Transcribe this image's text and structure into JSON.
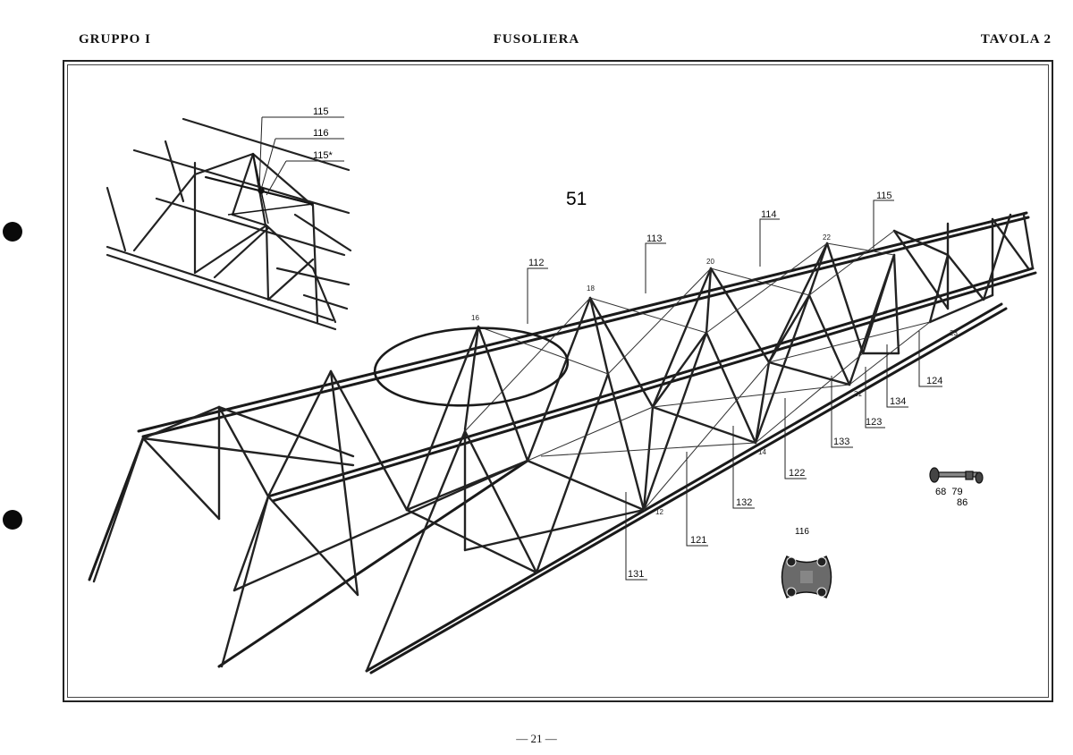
{
  "header": {
    "left": "GRUPPO I",
    "center": "FUSOLIERA",
    "right": "TAVOLA 2"
  },
  "figure_number": "51",
  "footer": "— 21 —",
  "inset_callouts": [
    "115",
    "116",
    "115*"
  ],
  "part_callouts": {
    "p112": "112",
    "p113": "113",
    "p114": "114",
    "p115": "115",
    "p121": "121",
    "p122": "122",
    "p123": "123",
    "p124": "124",
    "p131": "131",
    "p132": "132",
    "p133": "133",
    "p134": "134"
  },
  "station_numbers": [
    "12",
    "14",
    "16",
    "18",
    "20",
    "21",
    "22",
    "23"
  ],
  "detail_fitting": {
    "label": "116"
  },
  "detail_bolt": {
    "line1": "68  79",
    "line2": "86"
  }
}
